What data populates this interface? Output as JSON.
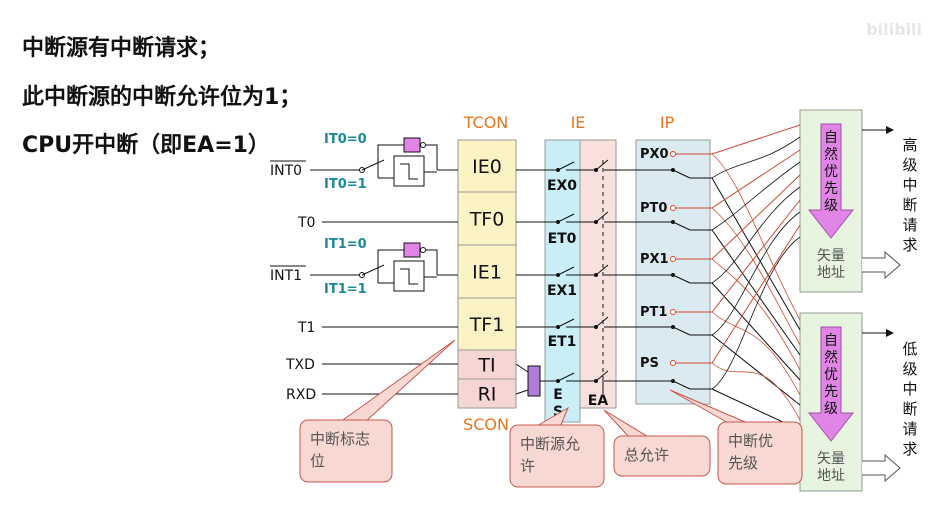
{
  "conditions": [
    "中断源有中断请求；",
    "此中断源的中断允许位为1；",
    "CPU开中断（即EA=1）"
  ],
  "watermark": "bilibili",
  "headers": {
    "tcon": "TCON",
    "ie": "IE",
    "ip": "IP",
    "scon": "SCON"
  },
  "sources": [
    {
      "label": "INT0",
      "overline": true
    },
    {
      "label": "T0",
      "overline": false
    },
    {
      "label": "INT1",
      "overline": true
    },
    {
      "label": "T1",
      "overline": false
    },
    {
      "label": "TXD",
      "overline": false
    },
    {
      "label": "RXD",
      "overline": false
    }
  ],
  "trigger_labels": {
    "it0_0": "IT0=0",
    "it0_1": "IT0=1",
    "it1_0": "IT1=0",
    "it1_1": "IT1=1"
  },
  "flags": [
    "IE0",
    "TF0",
    "IE1",
    "TF1",
    "TI",
    "RI"
  ],
  "enable_bits": [
    "EX0",
    "ET0",
    "EX1",
    "ET1",
    "E",
    "S"
  ],
  "ea_label": "EA",
  "priority_bits": [
    "PX0",
    "PT0",
    "PX1",
    "PT1",
    "PS"
  ],
  "high_group": {
    "natural": [
      "自",
      "然",
      "优",
      "先",
      "级"
    ],
    "vector": "矢量\n地址",
    "output": [
      "高",
      "级",
      "中",
      "断",
      "请",
      "求"
    ]
  },
  "low_group": {
    "natural": [
      "自",
      "然",
      "优",
      "先",
      "级"
    ],
    "vector": "矢量\n地址",
    "output": [
      "低",
      "级",
      "中",
      "断",
      "请",
      "求"
    ]
  },
  "callouts": {
    "flag": "中断标志\n位",
    "enable": "中断源允\n许",
    "global": "总允许",
    "priority": "中断优\n先级"
  },
  "colors": {
    "teal_label": "#1a8a9a",
    "header": "#e8741e",
    "flag_fill": "#fbf3c4",
    "scon_fill": "#f6d6d3",
    "ie_fill": "#c9eef5",
    "ea_fill": "#f8e0dc",
    "ip_fill": "#dbe9f0",
    "group_fill": "#e6f4e0",
    "arrow_fill": "#e085e6",
    "callout_fill": "#f8d8d2",
    "callout_stroke": "#c8584c",
    "red_wire": "#d04a30"
  }
}
